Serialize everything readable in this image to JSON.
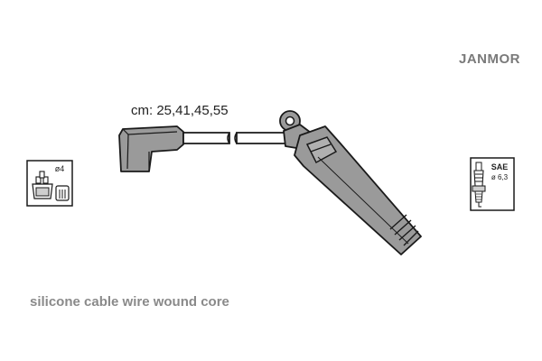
{
  "header": {
    "brand": "JANMOR"
  },
  "cable": {
    "lengths_label": "cm: 25,41,45,55"
  },
  "distributor_box": {
    "label": "ø4",
    "icon": "distributor-cap-icon"
  },
  "plug_box": {
    "label_top": "SAE",
    "label_bottom": "ø 6,3",
    "icon": "spark-plug-icon"
  },
  "footer": {
    "caption": "silicone cable wire wound core"
  },
  "colors": {
    "part_fill": "#9a9a9a",
    "outline": "#1a1a1a",
    "brand_text": "#7a7a7a",
    "caption_text": "#8a8a8a"
  }
}
